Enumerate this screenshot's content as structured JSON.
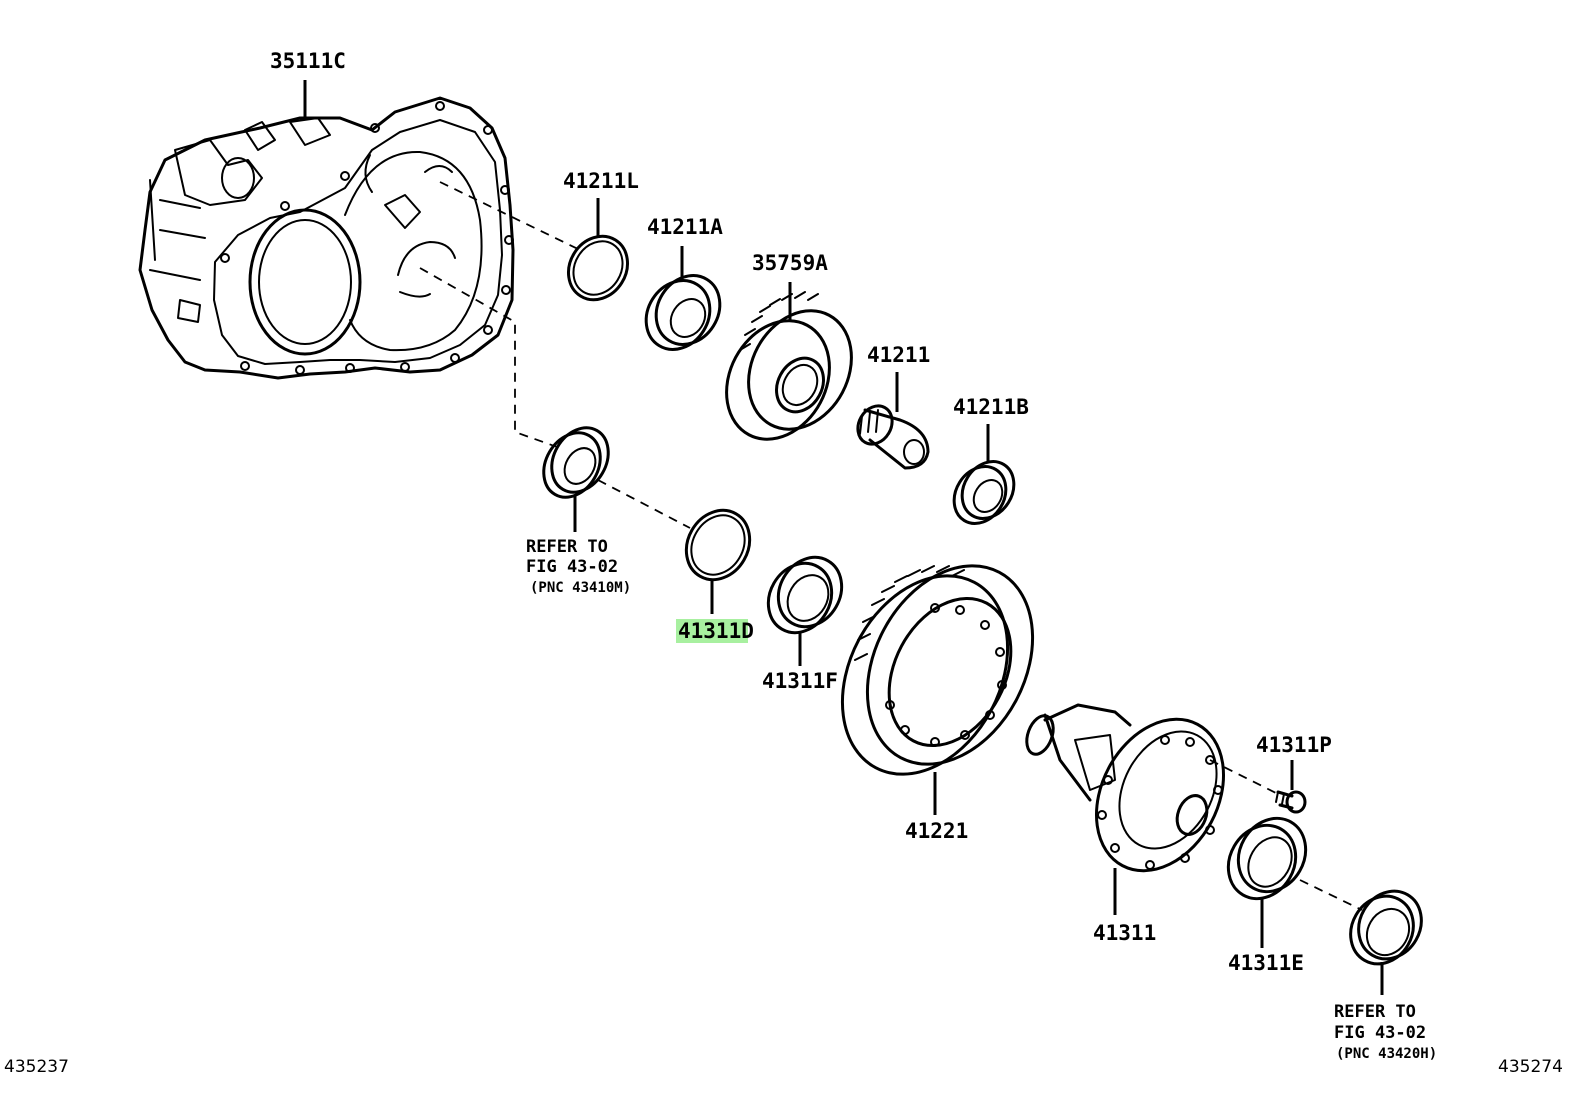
{
  "diagram": {
    "parts": [
      {
        "id": "35111C",
        "label": "35111C",
        "highlight": false
      },
      {
        "id": "41211L",
        "label": "41211L",
        "highlight": false
      },
      {
        "id": "41211A",
        "label": "41211A",
        "highlight": false
      },
      {
        "id": "35759A",
        "label": "35759A",
        "highlight": false
      },
      {
        "id": "41211",
        "label": "41211",
        "highlight": false
      },
      {
        "id": "41211B",
        "label": "41211B",
        "highlight": false
      },
      {
        "id": "41311D",
        "label": "41311D",
        "highlight": true
      },
      {
        "id": "41311F",
        "label": "41311F",
        "highlight": false
      },
      {
        "id": "41221",
        "label": "41221",
        "highlight": false
      },
      {
        "id": "41311P",
        "label": "41311P",
        "highlight": false
      },
      {
        "id": "41311",
        "label": "41311",
        "highlight": false
      },
      {
        "id": "41311E",
        "label": "41311E",
        "highlight": false
      }
    ],
    "references": [
      {
        "line1": "REFER TO",
        "line2": "FIG 43-02",
        "line3": "(PNC 43410M)"
      },
      {
        "line1": "REFER TO",
        "line2": "FIG 43-02",
        "line3": "(PNC 43420H)"
      }
    ],
    "corner_left": "435237",
    "corner_right": "435274",
    "highlight_color": "#a8f0a0"
  }
}
